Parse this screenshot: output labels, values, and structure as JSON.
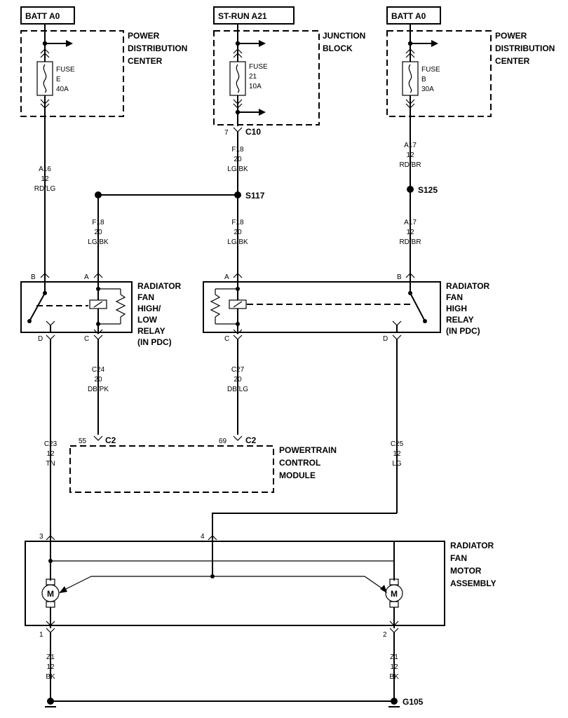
{
  "sources": {
    "left": "BATT A0",
    "center": "ST-RUN A21",
    "right": "BATT A0"
  },
  "modules": {
    "pdc_left": [
      "POWER",
      "DISTRIBUTION",
      "CENTER"
    ],
    "junction": [
      "JUNCTION",
      "BLOCK"
    ],
    "pdc_right": [
      "POWER",
      "DISTRIBUTION",
      "CENTER"
    ],
    "pcm": [
      "POWERTRAIN",
      "CONTROL",
      "MODULE"
    ],
    "relay_left": [
      "RADIATOR",
      "FAN",
      "HIGH/",
      "LOW",
      "RELAY",
      "(IN PDC)"
    ],
    "relay_right": [
      "RADIATOR",
      "FAN",
      "HIGH",
      "RELAY",
      "(IN PDC)"
    ],
    "motor": [
      "RADIATOR",
      "FAN",
      "MOTOR",
      "ASSEMBLY"
    ]
  },
  "fuses": {
    "e": [
      "FUSE",
      "E",
      "40A"
    ],
    "f21": [
      "FUSE",
      "21",
      "10A"
    ],
    "b": [
      "FUSE",
      "B",
      "30A"
    ]
  },
  "wires": {
    "a16": [
      "A16",
      "12",
      "RD/LG"
    ],
    "f18_top": [
      "F18",
      "20",
      "LG/BK"
    ],
    "f18_left": [
      "F18",
      "20",
      "LG/BK"
    ],
    "f18_center": [
      "F18",
      "20",
      "LG/BK"
    ],
    "a17_top": [
      "A17",
      "12",
      "RD/BR"
    ],
    "a17_bottom": [
      "A17",
      "12",
      "RD/BR"
    ],
    "c24": [
      "C24",
      "20",
      "DB/PK"
    ],
    "c27": [
      "C27",
      "20",
      "DB/LG"
    ],
    "c23": [
      "C23",
      "12",
      "TN"
    ],
    "c25": [
      "C25",
      "12",
      "LG"
    ],
    "z1_left": [
      "Z1",
      "12",
      "BK"
    ],
    "z1_right": [
      "Z1",
      "12",
      "BK"
    ]
  },
  "connectors": {
    "c10": "C10",
    "c10_pin": "7",
    "c2_left": "C2",
    "c2_left_pin": "55",
    "c2_right": "C2",
    "c2_right_pin": "69"
  },
  "splices": {
    "s117": "S117",
    "s125": "S125"
  },
  "ground": "G105",
  "pins": {
    "relay_left_b": "B",
    "relay_left_a": "A",
    "relay_left_d": "D",
    "relay_left_c": "C",
    "relay_right_a": "A",
    "relay_right_b": "B",
    "relay_right_c": "C",
    "relay_right_d": "D",
    "motor_3": "3",
    "motor_4": "4",
    "motor_1": "1",
    "motor_2": "2"
  },
  "motor_symbol": "M"
}
